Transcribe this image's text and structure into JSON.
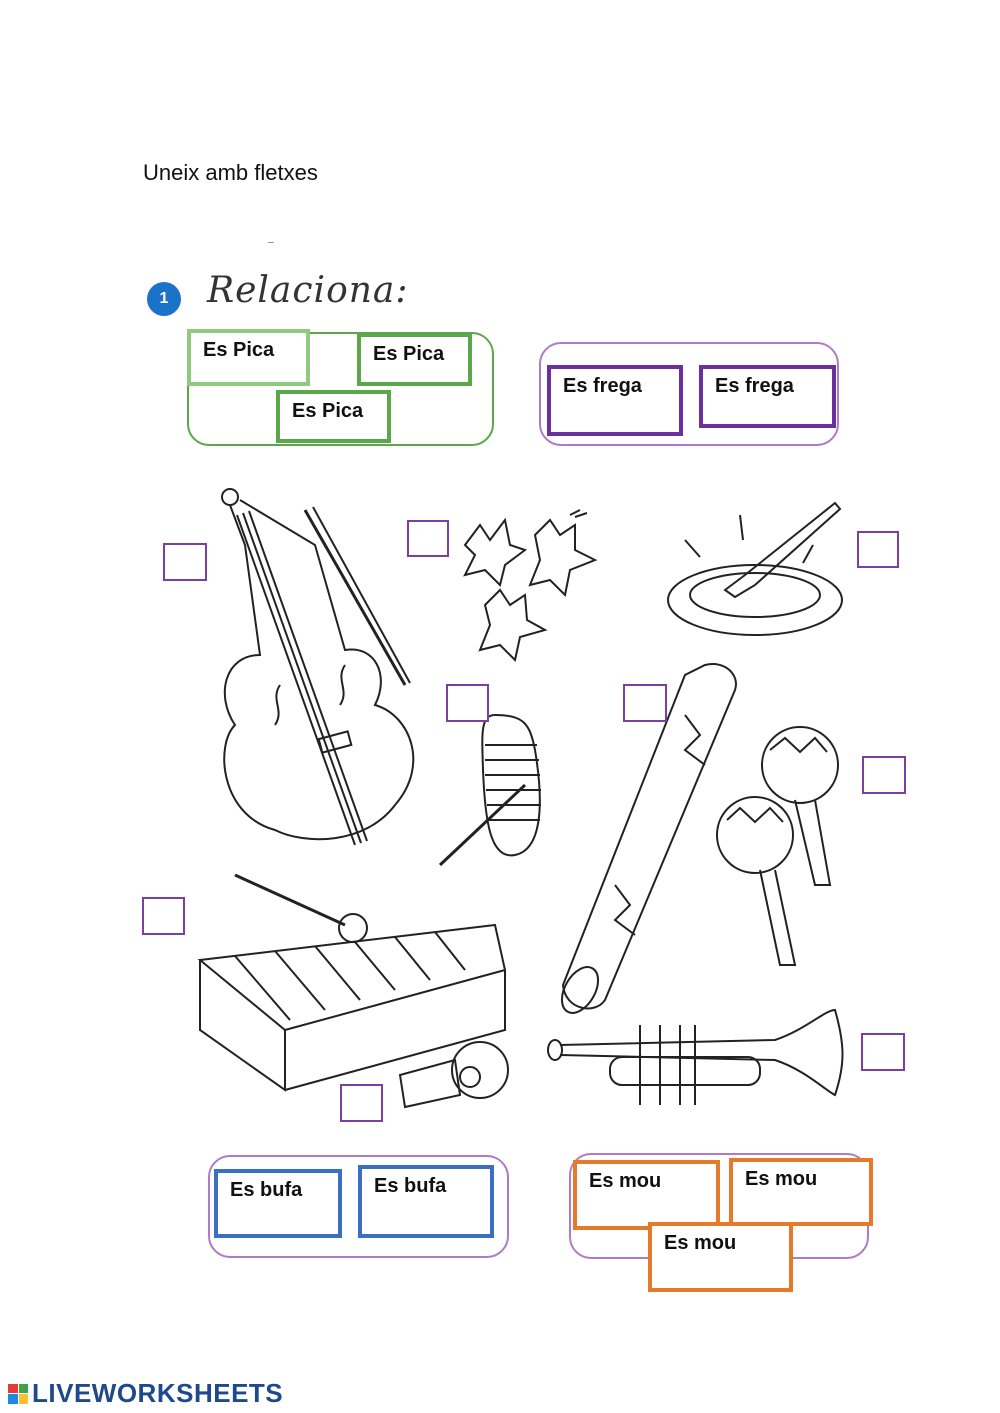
{
  "instruction": "Uneix amb fletxes",
  "exercise": {
    "number": "1",
    "title": "Relaciona:"
  },
  "labels": {
    "pica": "Es Pica",
    "frega": "Es frega",
    "bufa": "Es bufa",
    "mou": "Es mou"
  },
  "colors": {
    "pica": "#5aa84a",
    "pica_light": "#8fca7e",
    "frega": "#6b2fa0",
    "bufa": "#3a6fc4",
    "mou": "#e57b2a",
    "group_purple": "#b07ac7",
    "answer_box": "#7a3fa0"
  },
  "footer": {
    "brand": "LIVEWORKSHEETS"
  }
}
